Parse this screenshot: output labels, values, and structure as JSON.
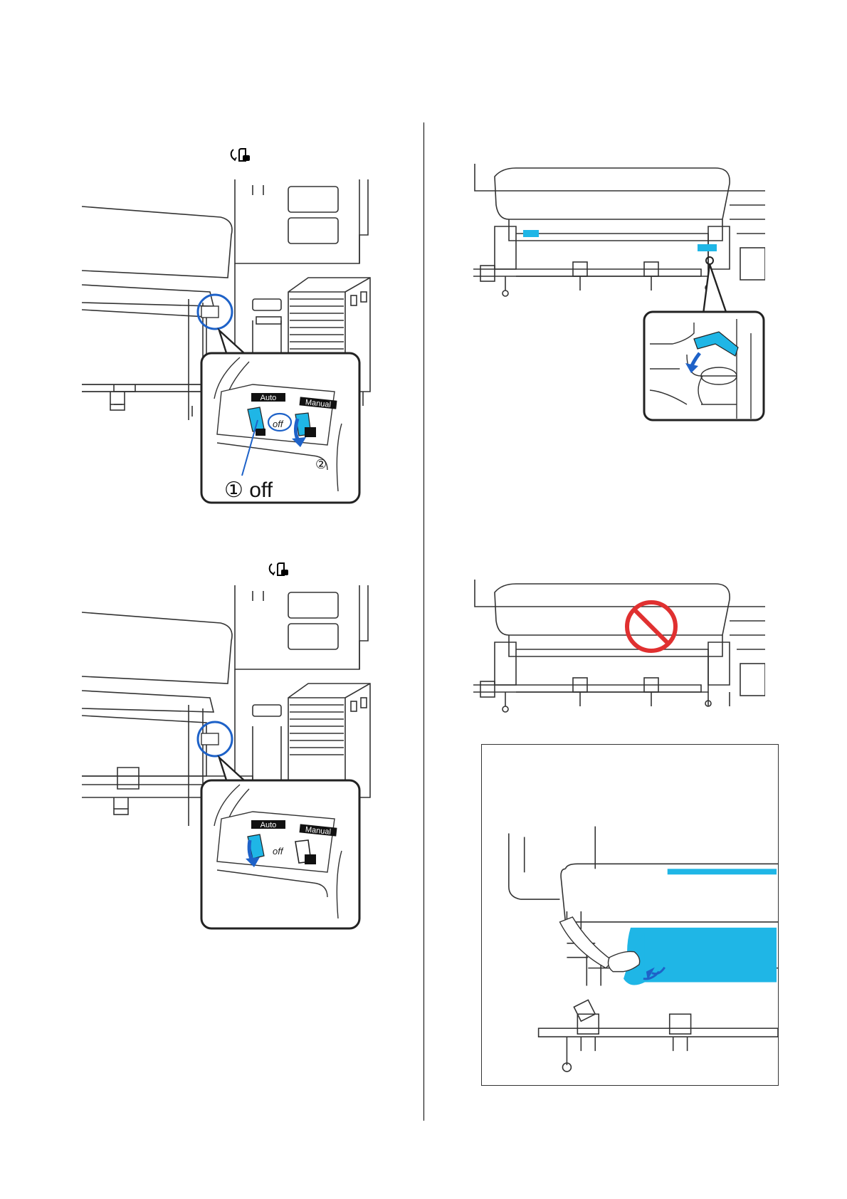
{
  "panels": {
    "auto_label": "Auto",
    "manual_label": "Manual",
    "off_switch_text": "off",
    "step1_callout": "① off",
    "step2_marker": "②"
  },
  "colors": {
    "accent_blue": "#1e62c8",
    "media_cyan": "#1fb6e6",
    "prohibit_red": "#e03030",
    "line_gray": "#333333"
  },
  "icons": [
    "take-up-winder-icon",
    "prohibited-icon",
    "arrow-down-icon",
    "magnify-circle-icon"
  ]
}
